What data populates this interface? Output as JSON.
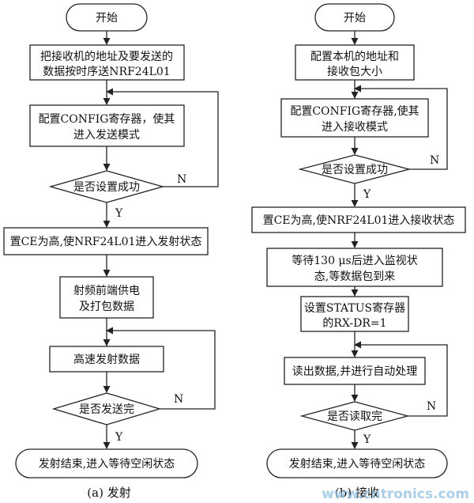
{
  "diagram": {
    "left": {
      "caption": "(a) 发射",
      "start": "开始",
      "step1_line1": "把接收机的地址及要发送的",
      "step1_line2": "数据按时序送NRF24L01",
      "step2_line1": "配置CONFIG寄存器，使其",
      "step2_line2": "进入发送模式",
      "decision1": "是否设置成功",
      "step3": "置CE为高,使NRF24L01进入发射状态",
      "step4_line1": "射频前端供电",
      "step4_line2": "及打包数据",
      "step5": "高速发射数据",
      "decision2": "是否发送完",
      "end": "发射结束,进入等待空闲状态"
    },
    "right": {
      "caption": "(b) 接收",
      "start": "开始",
      "step1_line1": "配置本机的地址和",
      "step1_line2": "接收包大小",
      "step2_line1": "配置CONFIG寄存器,使其",
      "step2_line2": "进入接收模式",
      "decision1": "是否设置成功",
      "step3": "置CE为高,使NRF24L01进入接收状态",
      "step4_line1": "等待130 μs后进入监视状",
      "step4_line2": "态,等数据包到来",
      "step5_line1": "设置STATUS寄存器",
      "step5_line2": "的RX-DR=1",
      "step6": "读出数据,并进行自动处理",
      "decision2": "是否读取完",
      "end": "发射结束,进入等待空闲状态"
    },
    "yes_label": "Y",
    "no_label": "N",
    "watermark": "www.cntronics.com"
  }
}
